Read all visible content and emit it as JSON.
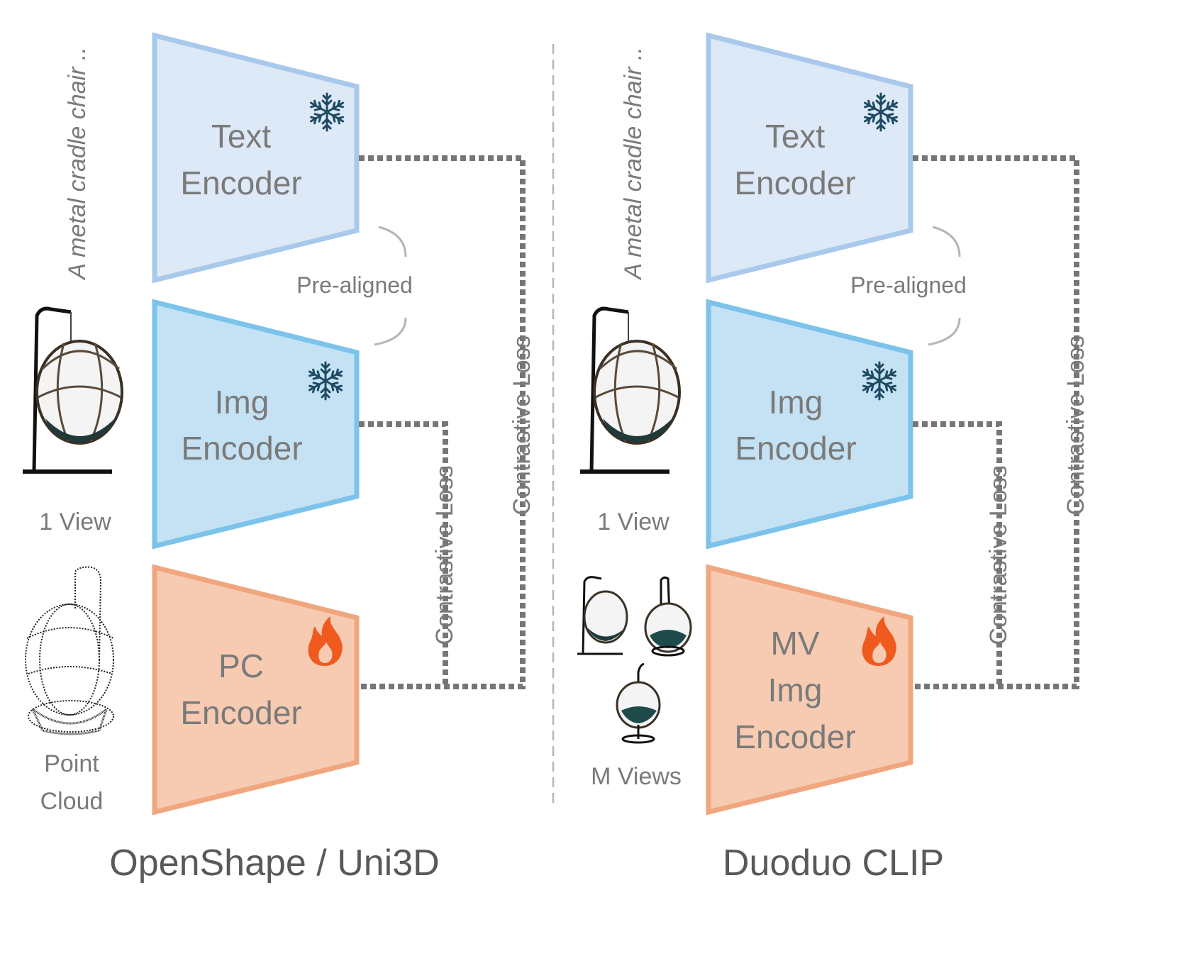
{
  "colors": {
    "text_fill": "#dde9f6",
    "text_stroke": "#a9c9ec",
    "img_fill": "#c4e2f3",
    "img_stroke": "#7cc3eb",
    "pc_fill": "#f6cbb2",
    "pc_stroke": "#f0a67e",
    "label": "#7a7a7a",
    "dotted": "#767676",
    "caption": "#595959",
    "snowflake": "#1e4a63",
    "flame": "#f05a1e",
    "divider": "#b5b5b5"
  },
  "icons": {
    "frozen": "snowflake-icon",
    "trainable": "flame-icon"
  },
  "panels": [
    {
      "id": "left",
      "caption": "OpenShape / Uni3D",
      "text_input": "A metal cradle chair ..",
      "encoders": [
        {
          "line1": "Text",
          "line2": "Encoder",
          "icon": "snowflake"
        },
        {
          "line1": "Img",
          "line2": "Encoder",
          "icon": "snowflake"
        },
        {
          "line1": "PC",
          "line2": "Encoder",
          "icon": "flame"
        }
      ],
      "pre_aligned": "Pre-aligned",
      "loss_outer": "Contrastive Loss",
      "loss_inner": "Contrastive Loss",
      "view_label": "1 View",
      "input3d_label_1": "Point",
      "input3d_label_2": "Cloud"
    },
    {
      "id": "right",
      "caption": "Duoduo CLIP",
      "text_input": "A metal cradle chair ..",
      "encoders": [
        {
          "line1": "Text",
          "line2": "Encoder",
          "icon": "snowflake"
        },
        {
          "line1": "Img",
          "line2": "Encoder",
          "icon": "snowflake"
        },
        {
          "line1": "MV",
          "line2": "Img",
          "line3": "Encoder",
          "icon": "flame"
        }
      ],
      "pre_aligned": "Pre-aligned",
      "loss_outer": "Contrastive Loss",
      "loss_inner": "Contrastive Loss",
      "view_label": "1 View",
      "input3d_label_1": "M Views"
    }
  ]
}
